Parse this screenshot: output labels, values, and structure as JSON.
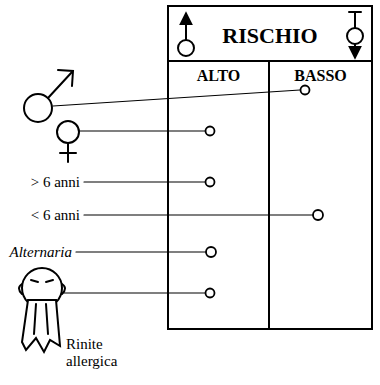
{
  "diagram": {
    "nodes": [
      {
        "text": [
          "RISCHIO"
        ]
      },
      {
        "text": [
          "ALTO"
        ],
        "in": 0
      },
      {
        "text": [
          "BASSO"
        ],
        "in": 0
      }
    ],
    "labels": [
      "> 6 anni",
      "< 6 anni",
      "Alternaria",
      "Rinite allergica"
    ]
  }
}
